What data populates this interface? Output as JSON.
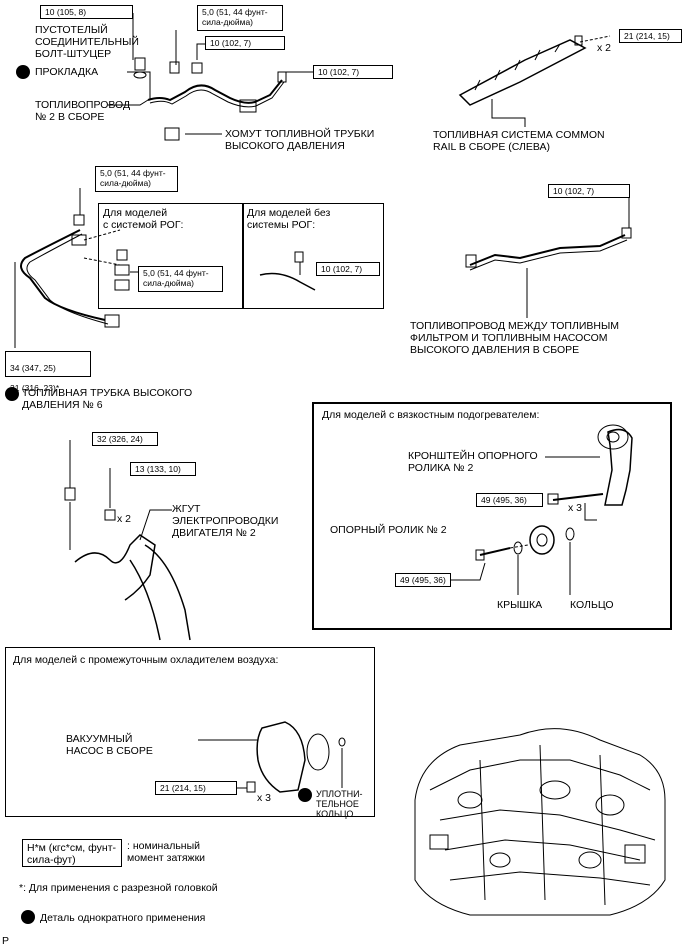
{
  "torque": {
    "t1": "10 (105, 8)",
    "t2": "5,0 (51, 44 фунт-\nсила-дюйма)",
    "t3": "10 (102, 7)",
    "t4": "10 (102, 7)",
    "t5": "21 (214, 15)",
    "t6": "5,0 (51, 44 фунт-\nсила-дюйма)",
    "t7": "10 (102, 7)",
    "t8": "5,0 (51, 44 фунт-\nсила-дюйма)",
    "t9": "10 (102, 7)",
    "t10a": "34 (347, 25)",
    "t10b": "31 (316, 23)*",
    "t11": "32 (326, 24)",
    "t12": "13 (133, 10)",
    "t13": "49 (495, 36)",
    "t14": "49 (495, 36)",
    "t15": "21 (214, 15)"
  },
  "qty": {
    "x2a": "x 2",
    "x2b": "x 2",
    "x3a": "x 3",
    "x3b": "x 3"
  },
  "labels": {
    "hollow_bolt": "ПУСТОТЕЛЫЙ\nСОЕДИНИТЕЛЬНЫЙ\nБОЛТ-ШТУЦЕР",
    "gasket": "ПРОКЛАДКА",
    "fuel_pipe2": "ТОПЛИВОПРОВОД\n№ 2 В СБОРЕ",
    "hp_clamp": "ХОМУТ ТОПЛИВНОЙ ТРУБКИ\nВЫСОКОГО ДАВЛЕНИЯ",
    "common_rail": "ТОПЛИВНАЯ СИСТЕМА COMMON\nRAIL В СБОРЕ (СЛЕВА)",
    "egr_yes": "Для моделей\nс системой РОГ:",
    "egr_no": "Для моделей без\nсистемы РОГ:",
    "filter_pipe": "ТОПЛИВОПРОВОД МЕЖДУ ТОПЛИВНЫМ\nФИЛЬТРОМ И ТОПЛИВНЫМ НАСОСОМ\nВЫСОКОГО ДАВЛЕНИЯ В СБОРЕ",
    "hp_tube6": "ТОПЛИВНАЯ ТРУБКА ВЫСОКОГО\nДАВЛЕНИЯ № 6",
    "viscous_title": "Для моделей с вязкостным подогревателем:",
    "idler_bracket": "КРОНШТЕЙН ОПОРНОГО\nРОЛИКА № 2",
    "idler_pulley": "ОПОРНЫЙ РОЛИК № 2",
    "cover": "КРЫШКА",
    "ring": "КОЛЬЦО",
    "harness": "ЖГУТ\nЭЛЕКТРОПРОВОДКИ\nДВИГАТЕЛЯ № 2",
    "intercooler_title": "Для моделей с промежуточным охладителем воздуха:",
    "vacuum_pump": "ВАКУУМНЫЙ\nНАСОС В СБОРЕ",
    "oring": "УПЛОТНИ-\nТЕЛЬНОЕ\nКОЛЬЦО"
  },
  "legend": {
    "unit_box": "Н*м (кгс*см, фунт-\nсила-фут)",
    "unit_desc": ": номинальный\nмомент затяжки",
    "star_note": "*: Для применения с разрезной головкой",
    "dot_note": "Деталь однократного применения"
  },
  "corner_letter": "P"
}
